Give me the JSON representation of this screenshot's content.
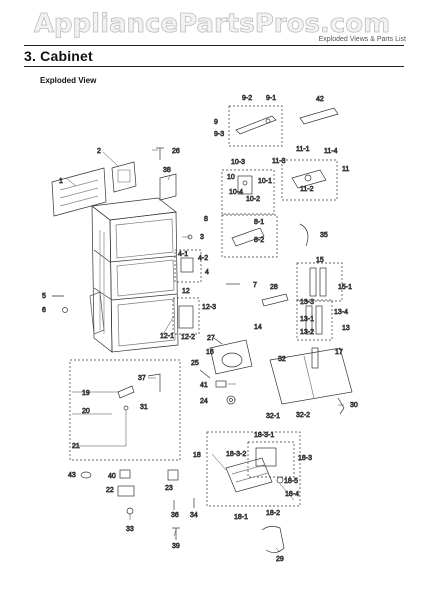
{
  "watermark": "AppliancePartsPros.com",
  "header_right": "Exploded Views & Parts List",
  "section_title": "3.  Cabinet",
  "subtitle": "Exploded View",
  "callouts": [
    {
      "id": "c-9-2",
      "text": "9-2"
    },
    {
      "id": "c-9-1",
      "text": "9-1"
    },
    {
      "id": "c-42",
      "text": "42"
    },
    {
      "id": "c-9",
      "text": "9"
    },
    {
      "id": "c-9-3",
      "text": "9-3"
    },
    {
      "id": "c-26",
      "text": "26"
    },
    {
      "id": "c-2",
      "text": "2"
    },
    {
      "id": "c-38",
      "text": "38"
    },
    {
      "id": "c-1",
      "text": "1"
    },
    {
      "id": "c-11-1",
      "text": "11-1"
    },
    {
      "id": "c-11-4",
      "text": "11-4"
    },
    {
      "id": "c-11-3",
      "text": "11-3"
    },
    {
      "id": "c-11",
      "text": "11"
    },
    {
      "id": "c-11-2",
      "text": "11-2"
    },
    {
      "id": "c-10-3",
      "text": "10-3"
    },
    {
      "id": "c-10",
      "text": "10"
    },
    {
      "id": "c-10-1",
      "text": "10-1"
    },
    {
      "id": "c-10-4",
      "text": "10-4"
    },
    {
      "id": "c-10-2",
      "text": "10-2"
    },
    {
      "id": "c-8",
      "text": "8"
    },
    {
      "id": "c-8-1",
      "text": "8-1"
    },
    {
      "id": "c-8-2",
      "text": "8-2"
    },
    {
      "id": "c-35",
      "text": "35"
    },
    {
      "id": "c-3",
      "text": "3"
    },
    {
      "id": "c-4-1",
      "text": "4-1"
    },
    {
      "id": "c-4-2",
      "text": "4-2"
    },
    {
      "id": "c-4",
      "text": "4"
    },
    {
      "id": "c-7",
      "text": "7"
    },
    {
      "id": "c-15",
      "text": "15"
    },
    {
      "id": "c-15-1",
      "text": "15-1"
    },
    {
      "id": "c-28",
      "text": "28"
    },
    {
      "id": "c-5",
      "text": "5"
    },
    {
      "id": "c-6",
      "text": "6"
    },
    {
      "id": "c-12",
      "text": "12"
    },
    {
      "id": "c-12-3",
      "text": "12-3"
    },
    {
      "id": "c-12-1",
      "text": "12-1"
    },
    {
      "id": "c-12-2",
      "text": "12-2"
    },
    {
      "id": "c-13-3",
      "text": "13-3"
    },
    {
      "id": "c-13-4",
      "text": "13-4"
    },
    {
      "id": "c-13-1",
      "text": "13-1"
    },
    {
      "id": "c-13-2",
      "text": "13-2"
    },
    {
      "id": "c-13",
      "text": "13"
    },
    {
      "id": "c-14",
      "text": "14"
    },
    {
      "id": "c-27",
      "text": "27"
    },
    {
      "id": "c-16",
      "text": "16"
    },
    {
      "id": "c-17",
      "text": "17"
    },
    {
      "id": "c-32",
      "text": "32"
    },
    {
      "id": "c-25",
      "text": "25"
    },
    {
      "id": "c-37",
      "text": "37"
    },
    {
      "id": "c-19",
      "text": "19"
    },
    {
      "id": "c-41",
      "text": "41"
    },
    {
      "id": "c-31",
      "text": "31"
    },
    {
      "id": "c-20",
      "text": "20"
    },
    {
      "id": "c-24",
      "text": "24"
    },
    {
      "id": "c-30",
      "text": "30"
    },
    {
      "id": "c-32-1",
      "text": "32-1"
    },
    {
      "id": "c-32-2",
      "text": "32-2"
    },
    {
      "id": "c-21",
      "text": "21"
    },
    {
      "id": "c-18-3-1",
      "text": "18-3-1"
    },
    {
      "id": "c-18-3-2",
      "text": "18-3-2"
    },
    {
      "id": "c-18",
      "text": "18"
    },
    {
      "id": "c-18-3",
      "text": "18-3"
    },
    {
      "id": "c-43",
      "text": "43"
    },
    {
      "id": "c-40",
      "text": "40"
    },
    {
      "id": "c-22",
      "text": "22"
    },
    {
      "id": "c-23",
      "text": "23"
    },
    {
      "id": "c-18-5",
      "text": "18-5"
    },
    {
      "id": "c-18-4",
      "text": "18-4"
    },
    {
      "id": "c-36",
      "text": "36"
    },
    {
      "id": "c-34",
      "text": "34"
    },
    {
      "id": "c-18-1",
      "text": "18-1"
    },
    {
      "id": "c-18-2",
      "text": "18-2"
    },
    {
      "id": "c-33",
      "text": "33"
    },
    {
      "id": "c-39",
      "text": "39"
    },
    {
      "id": "c-29",
      "text": "29"
    }
  ]
}
